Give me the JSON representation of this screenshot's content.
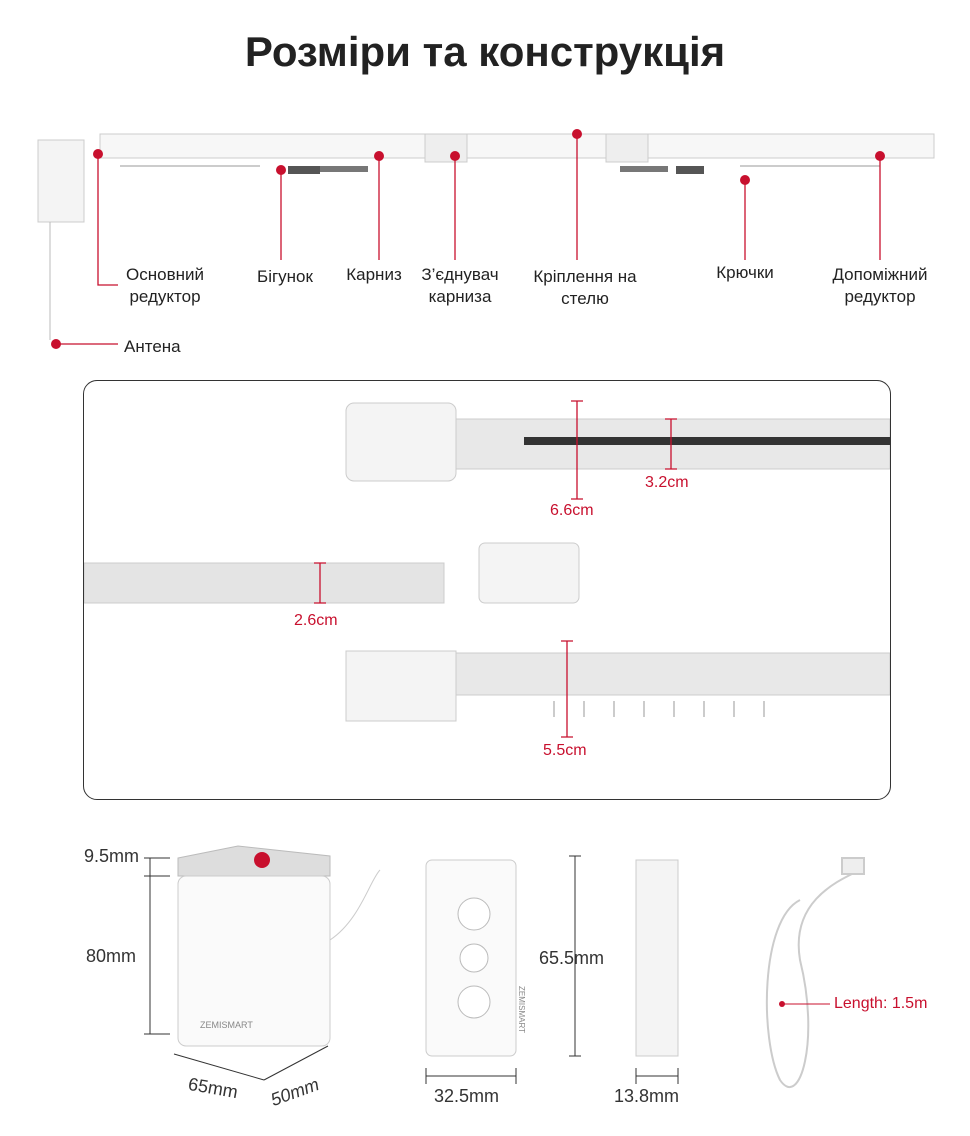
{
  "title": "Розміри та конструкція",
  "parts": [
    {
      "label": "Основний редуктор"
    },
    {
      "label": "Бігунок"
    },
    {
      "label": "Карниз"
    },
    {
      "label": "З’єднувач карниза"
    },
    {
      "label": "Кріплення на стелю"
    },
    {
      "label": "Крючки"
    },
    {
      "label": "Допоміжний редуктор"
    },
    {
      "label": "Антена"
    }
  ],
  "rail_dimensions": {
    "rail_height": "3.2cm",
    "bracket_height": "6.6cm",
    "rail_width": "2.6cm",
    "hook_height": "5.5cm"
  },
  "motor": {
    "top": "9.5mm",
    "height": "80mm",
    "width": "65mm",
    "depth": "50mm",
    "brand": "ZEMISMART"
  },
  "remote": {
    "height": "65.5mm",
    "width": "32.5mm",
    "side_width": "13.8mm",
    "brand": "ZEMISMART"
  },
  "cable": {
    "length_label": "Length: 1.5m"
  },
  "accent": "#c8102e"
}
